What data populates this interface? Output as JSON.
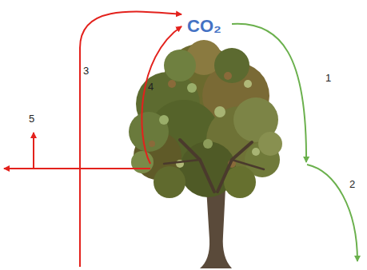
{
  "diagram": {
    "labels": [
      "CO₂",
      "1",
      "2",
      "3",
      "4",
      "5"
    ]
  }
}
